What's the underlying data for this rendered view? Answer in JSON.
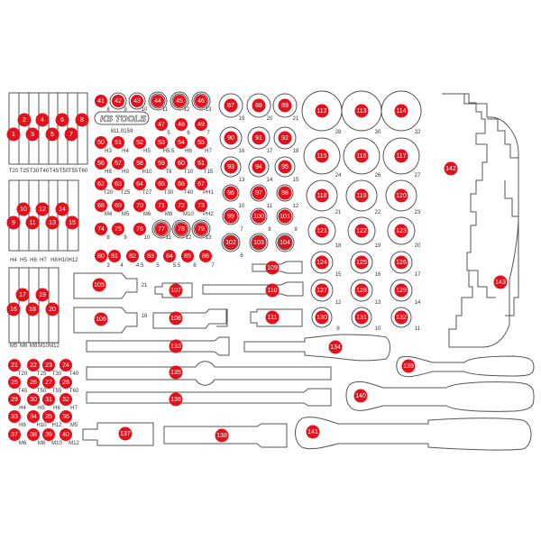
{
  "colors": {
    "marker": "#e3111b",
    "outline": "#555555"
  },
  "logo": {
    "brand": "KS TOOLS",
    "article_number": "811.0159"
  },
  "bit_holders": [
    {
      "items": [
        1,
        2,
        3,
        4,
        5,
        6,
        7,
        8
      ],
      "sizes": [
        "T20",
        "T25",
        "T30",
        "T40",
        "T45",
        "T50",
        "T55",
        "T60"
      ]
    },
    {
      "items": [
        9,
        10,
        11,
        12,
        13,
        14,
        15
      ],
      "sizes": [
        "H4",
        "H5",
        "H6",
        "H7",
        "H8",
        "H10",
        "H12"
      ]
    },
    {
      "items": [
        16,
        17,
        18,
        19,
        20
      ],
      "sizes": [
        "M5",
        "M6",
        "M8",
        "M10",
        "M12"
      ]
    }
  ],
  "bits_grid": {
    "items": [
      21,
      22,
      23,
      24,
      25,
      26,
      27,
      28,
      29,
      30,
      31,
      32,
      33,
      34,
      35,
      36,
      37,
      38,
      39,
      40
    ],
    "sizes": [
      "T20",
      "T25",
      "T30",
      "T40",
      "T45",
      "T50",
      "T55",
      "T60",
      "H4",
      "H5",
      "H6",
      "H7",
      "H8",
      "H10",
      "H12",
      "M5",
      "M6",
      "M8",
      "M10",
      "M12"
    ]
  },
  "small_sockets": {
    "items": [
      41,
      42,
      43,
      44,
      45,
      46,
      47,
      48,
      49,
      50,
      51,
      52,
      53,
      54,
      55,
      56,
      57,
      58,
      59,
      60,
      61,
      62,
      63,
      64,
      65,
      66,
      67,
      68,
      69,
      70,
      71,
      72,
      73,
      74,
      75,
      76,
      77,
      78,
      79,
      80,
      81,
      82,
      83,
      84,
      85,
      86
    ],
    "sizes": [
      "8",
      "9",
      "10",
      "11",
      "12",
      "13",
      "5",
      "6",
      "7",
      "H3",
      "H4",
      "H5",
      "H5.5",
      "H6",
      "H7",
      "H8",
      "H9",
      "H10",
      "T8",
      "T10",
      "T15",
      "T20",
      "T25",
      "T27",
      "T30",
      "T40",
      "PH1",
      "M4",
      "M5",
      "M6",
      "M8",
      "M10",
      "PH2",
      "8",
      "9",
      "10",
      "11",
      "12",
      "13",
      "3",
      "4",
      "4.5",
      "5",
      "5.5",
      "6",
      "7"
    ]
  },
  "medium_sockets": {
    "items": [
      87,
      88,
      89,
      90,
      91,
      92,
      93,
      94,
      95,
      96,
      97,
      98,
      99,
      100,
      101,
      102,
      103,
      104
    ],
    "sizes": [
      "19",
      "20",
      "21",
      "16",
      "17",
      "18",
      "13",
      "14",
      "15",
      "10",
      "11",
      "12",
      "7",
      "8",
      "9",
      "6",
      "",
      ""
    ]
  },
  "large_sockets": {
    "items": [
      112,
      113,
      114,
      115,
      116,
      117,
      118,
      119,
      120,
      121,
      122,
      123,
      124,
      125,
      126,
      127,
      128,
      129,
      130,
      131,
      132
    ],
    "sizes": [
      "28",
      "30",
      "32",
      "24",
      "26",
      "27",
      "21",
      "22",
      "23",
      "18",
      "19",
      "20",
      "15",
      "16",
      "17",
      "12",
      "13",
      "14",
      "8",
      "10",
      "11"
    ]
  },
  "tools": {
    "items": [
      105,
      106,
      107,
      108,
      109,
      110,
      111,
      133,
      134,
      135,
      136,
      137,
      138,
      139,
      140,
      141,
      142,
      143
    ],
    "sizes": [
      "21",
      "16",
      "",
      "",
      "",
      "",
      "",
      "",
      "",
      "",
      "",
      "",
      "",
      "",
      "",
      "",
      "",
      ""
    ]
  }
}
